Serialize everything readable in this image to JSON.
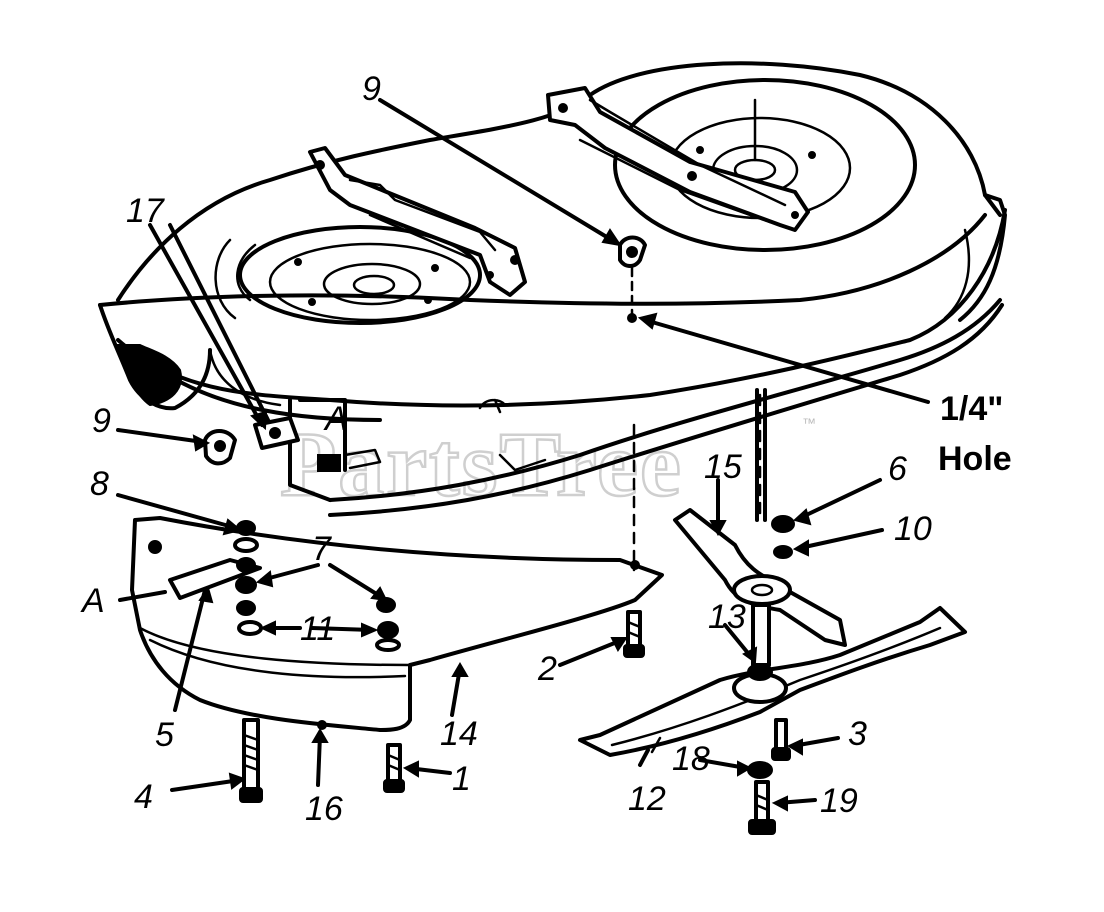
{
  "diagram": {
    "watermark": "PartsTree",
    "trademark": "™",
    "hole_note": [
      "1/4\"",
      "Hole"
    ],
    "callouts": [
      "1",
      "2",
      "3",
      "4",
      "5",
      "6",
      "7",
      "8",
      "9",
      "9",
      "10",
      "11",
      "12",
      "13",
      "14",
      "15",
      "16",
      "17",
      "18",
      "19",
      "A",
      "A"
    ]
  }
}
